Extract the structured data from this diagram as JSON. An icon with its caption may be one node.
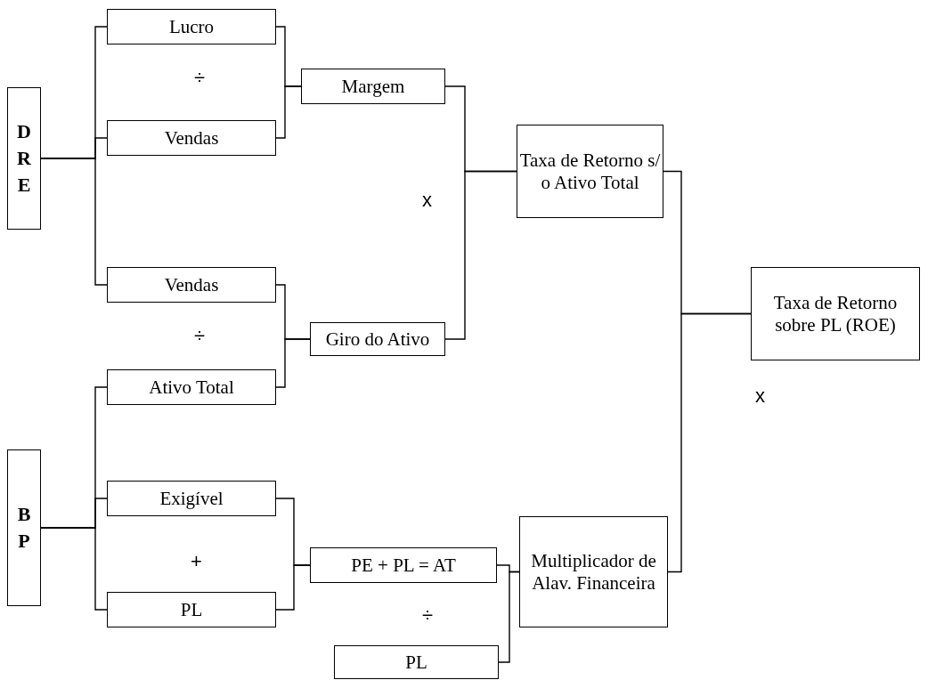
{
  "diagram": {
    "nodes": [
      {
        "text": [
          "DRE"
        ]
      },
      {
        "text": [
          "Lucro"
        ]
      },
      {
        "text": [
          "Vendas"
        ]
      },
      {
        "text": [
          "Margem"
        ]
      },
      {
        "text": [
          "Taxa de Retorno s/ o Ativo Total"
        ]
      },
      {
        "text": [
          "Vendas"
        ]
      },
      {
        "text": [
          "Giro do Ativo"
        ]
      },
      {
        "text": [
          "Ativo Total"
        ]
      },
      {
        "text": [
          "Taxa de Retorno sobre PL (ROE)"
        ]
      },
      {
        "text": [
          "BP"
        ]
      },
      {
        "text": [
          "Exigível"
        ]
      },
      {
        "text": [
          "PL"
        ]
      },
      {
        "text": [
          "PE + PL = AT"
        ]
      },
      {
        "text": [
          "Multiplicador de Alav. Financeira"
        ]
      },
      {
        "text": [
          "PL"
        ]
      }
    ],
    "edges": [
      {
        "from": 0,
        "to": 1,
        "arrow": "none"
      },
      {
        "from": 0,
        "to": 2,
        "arrow": "none"
      },
      {
        "from": 0,
        "to": 5,
        "arrow": "none"
      },
      {
        "from": 1,
        "to": 3,
        "arrow": "none"
      },
      {
        "from": 2,
        "to": 3,
        "arrow": "none"
      },
      {
        "from": 3,
        "to": 4,
        "arrow": "none"
      },
      {
        "from": 6,
        "to": 4,
        "arrow": "none"
      },
      {
        "from": 5,
        "to": 6,
        "arrow": "none"
      },
      {
        "from": 7,
        "to": 6,
        "arrow": "none"
      },
      {
        "from": 4,
        "to": 8,
        "arrow": "none"
      },
      {
        "from": 13,
        "to": 8,
        "arrow": "none"
      },
      {
        "from": 9,
        "to": 7,
        "arrow": "none"
      },
      {
        "from": 9,
        "to": 10,
        "arrow": "none"
      },
      {
        "from": 9,
        "to": 11,
        "arrow": "none"
      },
      {
        "from": 10,
        "to": 12,
        "arrow": "none"
      },
      {
        "from": 11,
        "to": 12,
        "arrow": "none"
      },
      {
        "from": 12,
        "to": 13,
        "arrow": "none"
      },
      {
        "from": 14,
        "to": 13,
        "arrow": "none"
      }
    ],
    "labels": [
      "÷",
      "x",
      "÷",
      "x",
      "+",
      "÷"
    ]
  }
}
